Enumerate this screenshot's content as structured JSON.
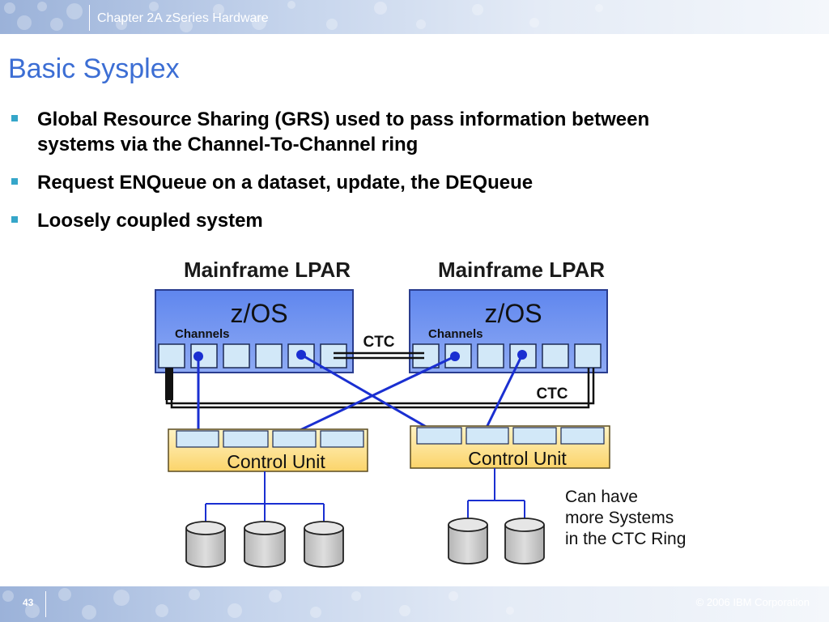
{
  "header": {
    "chapter_title": "Chapter 2A zSeries Hardware"
  },
  "slide": {
    "title": "Basic Sysplex",
    "bullets": [
      {
        "line1": "Global Resource Sharing (GRS) used to pass information between",
        "line2": "systems via the Channel-To-Channel ring"
      },
      {
        "line1": "Request ENQueue on a dataset, update, the DEQueue"
      },
      {
        "line1": "Loosely coupled system"
      }
    ]
  },
  "diagram": {
    "lpar_left": {
      "heading": "Mainframe LPAR",
      "os_label": "z/OS",
      "channels_label": "Channels"
    },
    "lpar_right": {
      "heading": "Mainframe LPAR",
      "os_label": "z/OS",
      "channels_label": "Channels"
    },
    "ctc_top_label": "CTC",
    "ctc_bottom_label": "CTC",
    "control_unit_left": "Control Unit",
    "control_unit_right": "Control Unit",
    "note_lines": [
      "Can have",
      "more Systems",
      "in the CTC Ring"
    ],
    "colors": {
      "lpar_fill": "#6f93f0",
      "channel_fill": "#cfe6f7",
      "control_unit_fill": "#fde08a",
      "link_blue": "#1a2fd1",
      "disk_fill": "#c8c8c8"
    }
  },
  "footer": {
    "page_number": "43",
    "copyright": "© 2006 IBM Corporation"
  }
}
